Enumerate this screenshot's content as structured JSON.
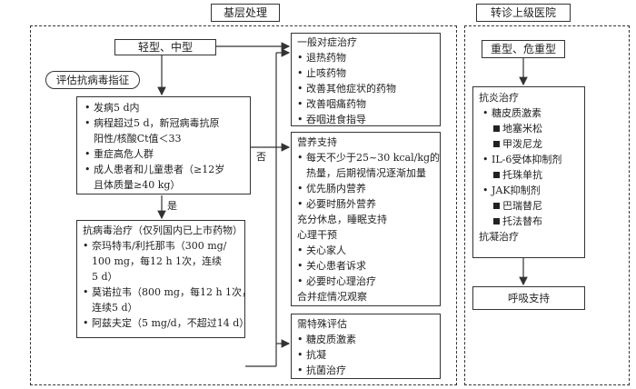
{
  "sections": {
    "primary": "基层处理",
    "referral": "转诊上级医院"
  },
  "start": "轻型、中型",
  "evaluate": "评估抗病毒指征",
  "criteria": [
    "发病5 d内",
    "病程超过5 d，新冠病毒抗原",
    "阳性/核酸Ct值＜33",
    "重症高危人群",
    "成人患者和儿童患者（≥12岁",
    "且体质量≥40 kg）"
  ],
  "yes": "是",
  "no": "否",
  "antiviral": {
    "title": "抗病毒治疗（仅列国内已上市药物）",
    "lines": [
      "奈玛特韦/利托那韦（300 mg/",
      "100 mg，每12 h 1次，连续",
      "5 d）",
      "莫诺拉韦（800 mg，每12 h 1次，",
      "连续5 d）",
      "阿兹夫定（5 mg/d，不超过14 d）"
    ]
  },
  "general": {
    "title": "一般对症治疗",
    "items": [
      "退热药物",
      "止咳药物",
      "改善其他症状的药物",
      "改善咽痛药物",
      "吞咽进食指导"
    ]
  },
  "nutrition": {
    "lines": [
      "营养支持",
      "每天不少于25~30 kcal/kg的",
      "热量，后期视情况逐渐加量",
      "优先肠内营养",
      "必要时肠外营养",
      "充分休息，睡眠支持",
      "心理干预",
      "关心家人",
      "关心患者诉求",
      "必要时心理治疗",
      "合并症情况观察"
    ]
  },
  "special": {
    "title": "需特殊评估",
    "items": [
      "糖皮质激素",
      "抗凝",
      "抗菌治疗"
    ]
  },
  "severe": "重型、危重型",
  "anti_inflam": {
    "lines": [
      "抗炎治疗",
      "糖皮质激素",
      "地塞米松",
      "甲泼尼龙",
      "IL-6受体抑制剂",
      "托珠单抗",
      "JAK抑制剂",
      "巴瑞替尼",
      "托法替布",
      "抗凝治疗"
    ]
  },
  "resp": "呼吸支持"
}
